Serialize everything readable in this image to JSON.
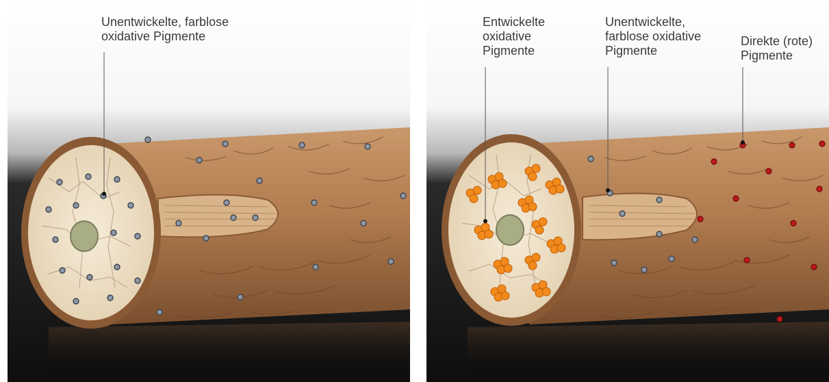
{
  "left_panel": {
    "labels": {
      "undeveloped": "Unentwickelte, farblose\noxidative Pigmente"
    }
  },
  "right_panel": {
    "labels": {
      "developed": "Entwickelte\noxidative\nPigmente",
      "undeveloped": "Unentwickelte,\nfarblose oxidative\nPigmente",
      "direct": "Direkte (rote)\nPigmente"
    }
  },
  "colors": {
    "cuticle": "#b8855a",
    "cortex": "#efe2cc",
    "medulla": "#a9ad84",
    "undeveloped_pigment": "#8e97a3",
    "developed_pigment": "#f28a1c",
    "direct_pigment": "#c0191c",
    "background_top": "#ffffff",
    "background_bottom": "#111111"
  },
  "icons": {
    "hair_illustration": "hair-cross-section-illustration",
    "pigment_dot": "pigment-dot-icon"
  }
}
